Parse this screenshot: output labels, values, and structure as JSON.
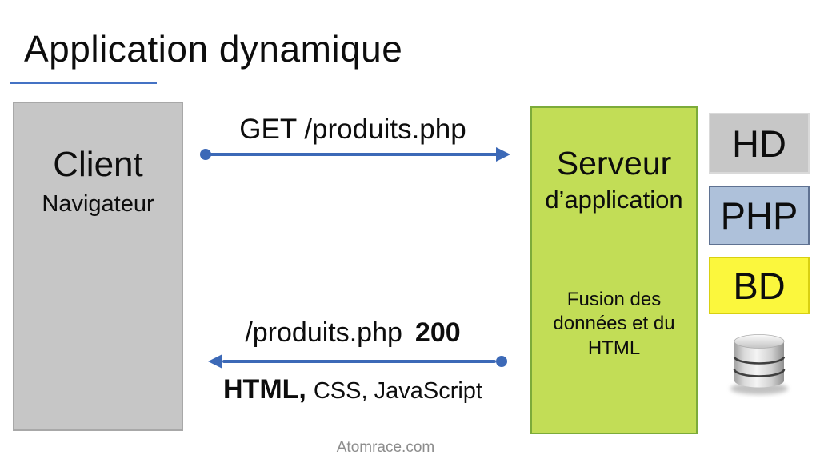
{
  "slide": {
    "title": "Application dynamique",
    "footer": "Atomrace.com"
  },
  "client_box": {
    "title": "Client",
    "subtitle": "Navigateur",
    "fill": "#c6c6c6",
    "border": "#a8a8a8"
  },
  "server_box": {
    "title": "Serveur",
    "subtitle": "d’application",
    "description": "Fusion des données et du HTML",
    "fill": "#c2dd56",
    "border": "#7cab3a"
  },
  "request_arrow": {
    "label": "GET /produits.php",
    "direction": "left-to-right",
    "color": "#3c69b7"
  },
  "response_arrow": {
    "path": "/produits.php",
    "status": "200",
    "body_primary": "HTML,",
    "body_secondary": "CSS, JavaScript",
    "direction": "right-to-left",
    "color": "#3c69b7"
  },
  "stack": [
    {
      "label": "HD",
      "fill": "#c7c7c7",
      "border": "#d9d9d9"
    },
    {
      "label": "PHP",
      "fill": "#aec1da",
      "border": "#5f7292"
    },
    {
      "label": "BD",
      "fill": "#fbf73d",
      "border": "#d8d012"
    }
  ],
  "icons": {
    "database": "database-cylinder-icon"
  },
  "accent": {
    "title_underline": "#4472c4"
  }
}
